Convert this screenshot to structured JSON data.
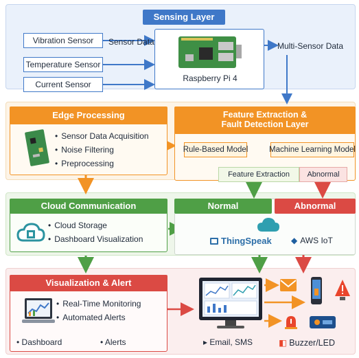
{
  "sensing": {
    "title": "Sensing Layer",
    "sensors": [
      "Vibration Sensor",
      "Temperature Sensor",
      "Current Sensor"
    ],
    "sensor_data_label": "Sensor Data",
    "device_label": "Raspberry Pi 4",
    "output_label": "Multi-Sensor Data"
  },
  "edge": {
    "title": "Edge Processing",
    "items": [
      "Sensor Data Acquisition",
      "Noise Filtering",
      "Preprocessing"
    ]
  },
  "feature": {
    "title_line1": "Feature Extraction &",
    "title_line2": "Fault Detection Layer",
    "rule_model": "Rule-Based Model",
    "ml_model": "Machine Learning Model",
    "feature_extraction": "Feature Extraction",
    "abnormal_tag": "Abnormal"
  },
  "cloud": {
    "title": "Cloud Communication",
    "items": [
      "Cloud Storage",
      "Dashboard Visualization"
    ],
    "normal_label": "Normal",
    "abnormal_label": "Abnormal",
    "thingspeak": "ThingSpeak",
    "aws": "AWS IoT"
  },
  "viz": {
    "title": "Visualization & Alert",
    "items": [
      "Real-Time Monitoring",
      "Automated Alerts"
    ],
    "dashboard_label": "Dashboard",
    "alerts_label": "Alerts",
    "email_label": "Email, SMS",
    "buzzer_label": "Buzzer/LED"
  },
  "colors": {
    "blue": "#3f78c8",
    "orange": "#f29325",
    "green": "#4f9f46",
    "red": "#db4a44"
  },
  "icons": [
    "raspberry-pi-board-icon",
    "pcb-board-icon",
    "cloud-chip-icon",
    "cloud-icon",
    "laptop-chart-icon",
    "monitor-dashboard-icon",
    "email-icon",
    "smartphone-icon",
    "warning-icon",
    "siren-icon",
    "led-panel-icon"
  ]
}
